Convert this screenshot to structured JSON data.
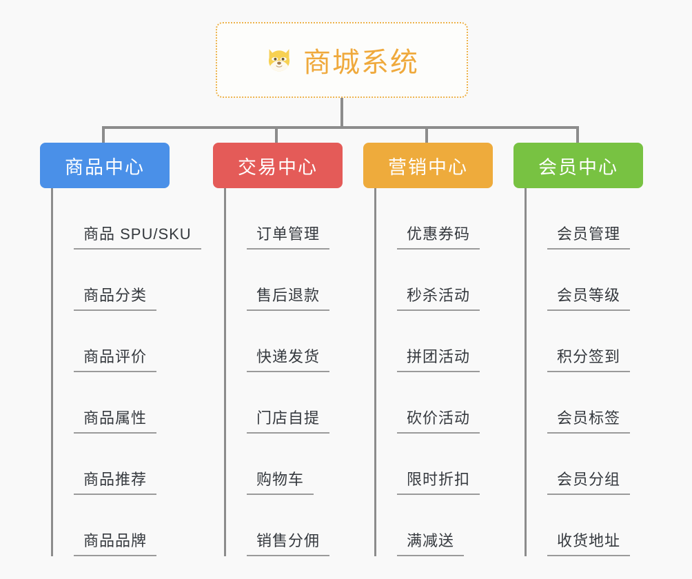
{
  "canvas": {
    "background": "#f9f9f9",
    "connector_color": "#8c8c8c"
  },
  "root": {
    "title": "商城系统",
    "icon": "dog-face-icon",
    "text_color": "#efa93c",
    "border_color": "#edb24a",
    "background": "#fdfdfb"
  },
  "categories": [
    {
      "label": "商品中心",
      "color": "#4a90e8",
      "items": [
        "商品 SPU/SKU",
        "商品分类",
        "商品评价",
        "商品属性",
        "商品推荐",
        "商品品牌"
      ]
    },
    {
      "label": "交易中心",
      "color": "#e45b58",
      "items": [
        "订单管理",
        "售后退款",
        "快递发货",
        "门店自提",
        "购物车",
        "销售分佣"
      ]
    },
    {
      "label": "营销中心",
      "color": "#eeab3c",
      "items": [
        "优惠券码",
        "秒杀活动",
        "拼团活动",
        "砍价活动",
        "限时折扣",
        "满减送"
      ]
    },
    {
      "label": "会员中心",
      "color": "#78c242",
      "items": [
        "会员管理",
        "会员等级",
        "积分签到",
        "会员标签",
        "会员分组",
        "收货地址"
      ]
    }
  ]
}
